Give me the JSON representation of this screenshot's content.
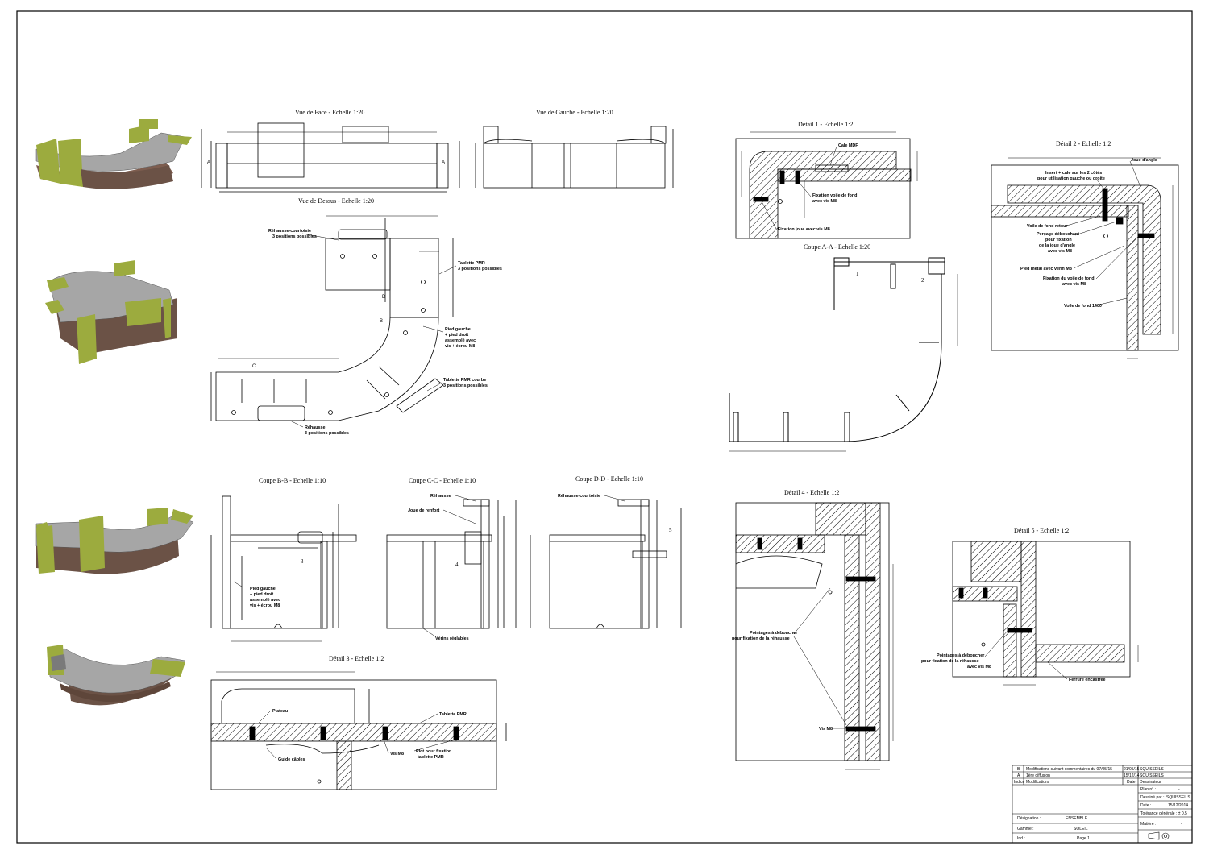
{
  "views": {
    "face": "Vue de Face - Echelle 1:20",
    "gauche": "Vue de Gauche - Echelle 1:20",
    "dessus": "Vue de Dessus - Echelle 1:20",
    "coupe_aa": "Coupe A-A - Echelle 1:20",
    "coupe_bb": "Coupe B-B - Echelle 1:10",
    "coupe_cc": "Coupe C-C - Echelle 1:10",
    "coupe_dd": "Coupe D-D - Echelle 1:10",
    "detail1": "Détail 1 - Echelle 1:2",
    "detail2": "Détail 2 - Echelle 1:2",
    "detail3": "Détail 3 - Echelle 1:2",
    "detail4": "Détail 4 - Echelle 1:2",
    "detail5": "Détail 5 - Echelle 1:2"
  },
  "callouts": {
    "rehausse_courtoisie": [
      "Réhausse-courtoisie",
      "3 positions possibles"
    ],
    "tablette_pmr": [
      "Tablette PMR",
      "3 positions possibles"
    ],
    "pied_gauche": [
      "Pied gauche",
      "+ pied droit",
      "assemblé avec",
      "vis + écrou M8"
    ],
    "tablette_courbe": [
      "Tablette PMR courbe",
      "3 positions possibles"
    ],
    "rehausse": [
      "Réhausse",
      "3 positions possibles"
    ],
    "cale_mdf": "Cale MDF",
    "fixation_voile": [
      "Fixation voile de fond",
      "avec vis M8"
    ],
    "fixation_joue": "Fixation joue avec vis M8",
    "joue_angle": "Joue d'angle",
    "insert": [
      "Insert + cale sur les 2 côtés",
      "pour utilisation gauche ou droite"
    ],
    "voile_retour": "Voile de fond retour",
    "percage": [
      "Perçage débouchant",
      "pour fixation",
      "de la joue d'angle",
      "avec vis M8"
    ],
    "pied_metal": "Pied métal avec vérin M8",
    "fixation_voile2": [
      "Fixation du voile de fond",
      "avec vis M8"
    ],
    "voile_1400": "Voile de fond 1400",
    "bb_pied": [
      "Pied gauche",
      "+ pied droit",
      "assemblé avec",
      "vis + écrou M8"
    ],
    "rehausse_cc": "Réhausse",
    "joue_renfort": "Joue de renfort",
    "verins": "Vérins réglables",
    "rehausse_courtoisie_dd": "Réhausse-courtoisie",
    "plateau": "Plateau",
    "tablette_pmr_d3": "Tablette PMR",
    "guide_cables": "Guide câbles",
    "vis_m8": "Vis M8",
    "plot": [
      "Plot pour fixation",
      "tablette PMR"
    ],
    "pointages4": [
      "Pointages à déboucher",
      "pour fixation de la réhausse"
    ],
    "vis_m8_d4": "Vis M8",
    "pointages5": [
      "Pointages à déboucher",
      "pour fixation de la réhausse",
      "avec vis M8"
    ],
    "ferrure": "Ferrure encastrée"
  },
  "markers": {
    "a": "A",
    "b": "B",
    "c": "C",
    "d": "D",
    "n1": "1",
    "n2": "2",
    "n3": "3",
    "n4": "4",
    "n5": "5"
  },
  "title_block": {
    "rev_b": "B",
    "rev_b_text": "Modifications suivant commentaires du 07/05/15",
    "rev_b_date": "21/05/15",
    "rev_b_by": "SQUISSEILS",
    "rev_a": "A",
    "rev_a_text": "1ère diffusion",
    "rev_a_date": "15/12/14",
    "rev_a_by": "SQUISSEILS",
    "h_indice": "Indice",
    "h_modif": "Modifications",
    "h_date": "Date",
    "h_dessinateur": "Dessinateur",
    "plan_label": "Plan n° :",
    "plan_value": "-",
    "dessine_label": "Dessiné par :",
    "dessine_value": "SQUISSEILS",
    "date_label": "Date :",
    "date_value": "15/12/2014",
    "tol_label": "Tolérance générale : ± 0,5",
    "designation_label": "Désignation :",
    "designation_value": "ENSEMBLE",
    "matiere_label": "Matière :",
    "matiere_value": "-",
    "gamme_label": "Gamme :",
    "gamme_value": "SOLEIL",
    "ind_label": "Ind :",
    "page_value": "Page 1"
  },
  "colors": {
    "wood": "#6b5246",
    "accent": "#9cab3e",
    "top": "#a6a6a6"
  }
}
